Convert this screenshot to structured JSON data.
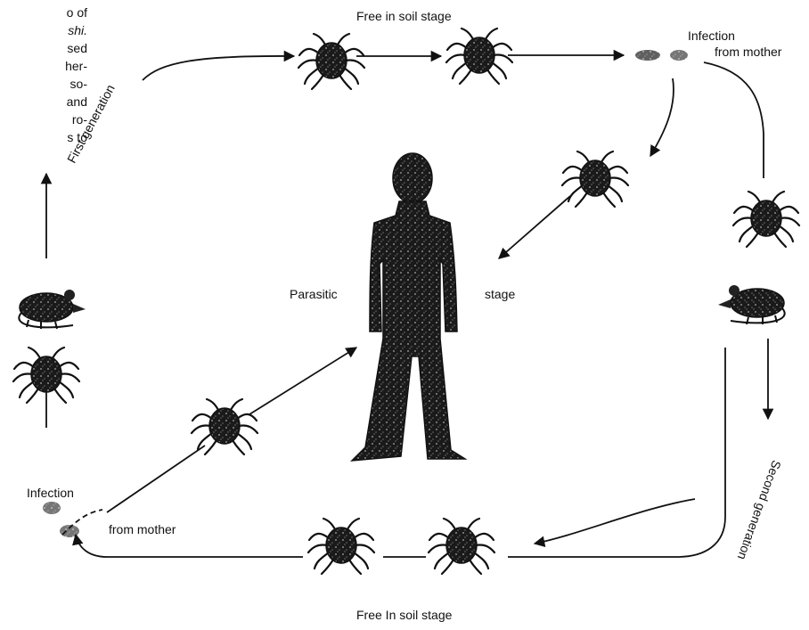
{
  "caption_fragments": [
    "o of",
    "shi.",
    "sed",
    "her-",
    "so-",
    "and",
    "ro-",
    "s to"
  ],
  "labels": {
    "free_soil_top": "Free in soil stage",
    "free_soil_bottom": "Free In soil stage",
    "infection_top": "Infection",
    "from_mother_top": "from mother",
    "infection_bottom": "Infection",
    "from_mother_bottom": "from mother",
    "parasitic": "Parasitic",
    "stage": "stage",
    "first_generation": "First generation",
    "second_generation": "Second generation"
  },
  "colors": {
    "ink": "#111111",
    "background": "#ffffff"
  }
}
